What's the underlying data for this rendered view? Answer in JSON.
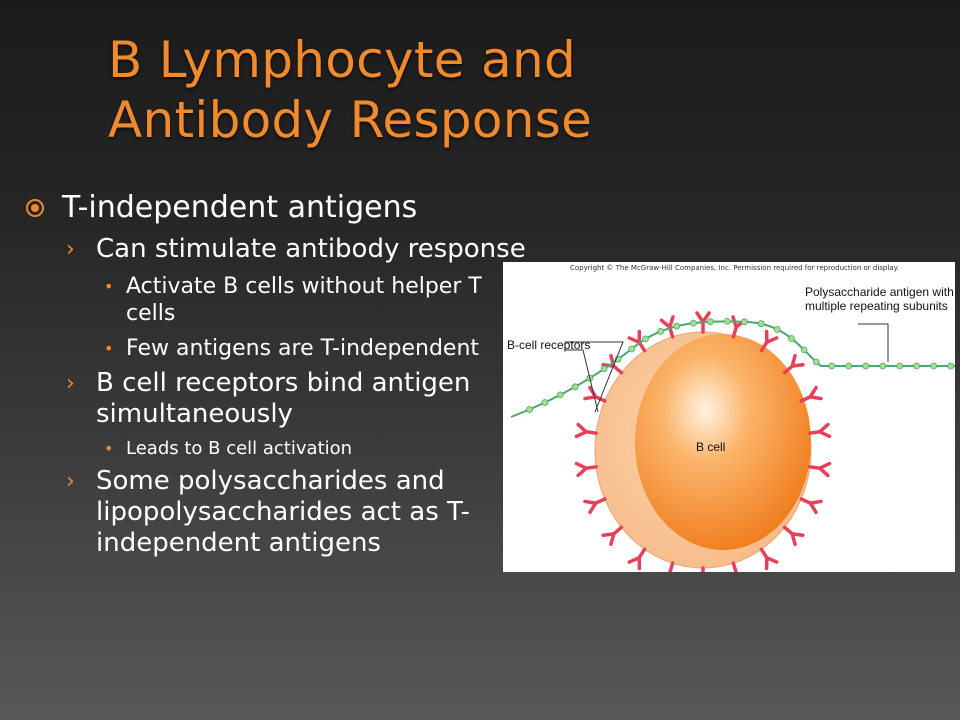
{
  "slide": {
    "title_line1": "B Lymphocyte and",
    "title_line2": "Antibody Response"
  },
  "bullets": {
    "main": "T-independent antigens",
    "sub1": {
      "text": "Can stimulate antibody response",
      "items": [
        "Activate B cells without helper T cells",
        "Few antigens are T-independent"
      ]
    },
    "sub2": {
      "text": "B cell receptors bind antigen simultaneously",
      "items": [
        "Leads to B cell activation"
      ]
    },
    "sub3": {
      "text": "Some polysaccharides and lipopolysaccharides act as T-independent antigens"
    }
  },
  "figure": {
    "copyright": "Copyright © The McGraw-Hill Companies, Inc. Permission required for reproduction or display.",
    "label_polysaccharide": "Polysaccharide antigen with multiple repeating subunits",
    "label_receptors": "B-cell receptors",
    "label_bcell": "B cell"
  },
  "colors": {
    "accent": "#f08a2c",
    "receptor": "#e8405a",
    "antigen_strand": "#4aa872",
    "cell_outer": "#f9c490",
    "cell_nucleus": "#f5801e"
  }
}
